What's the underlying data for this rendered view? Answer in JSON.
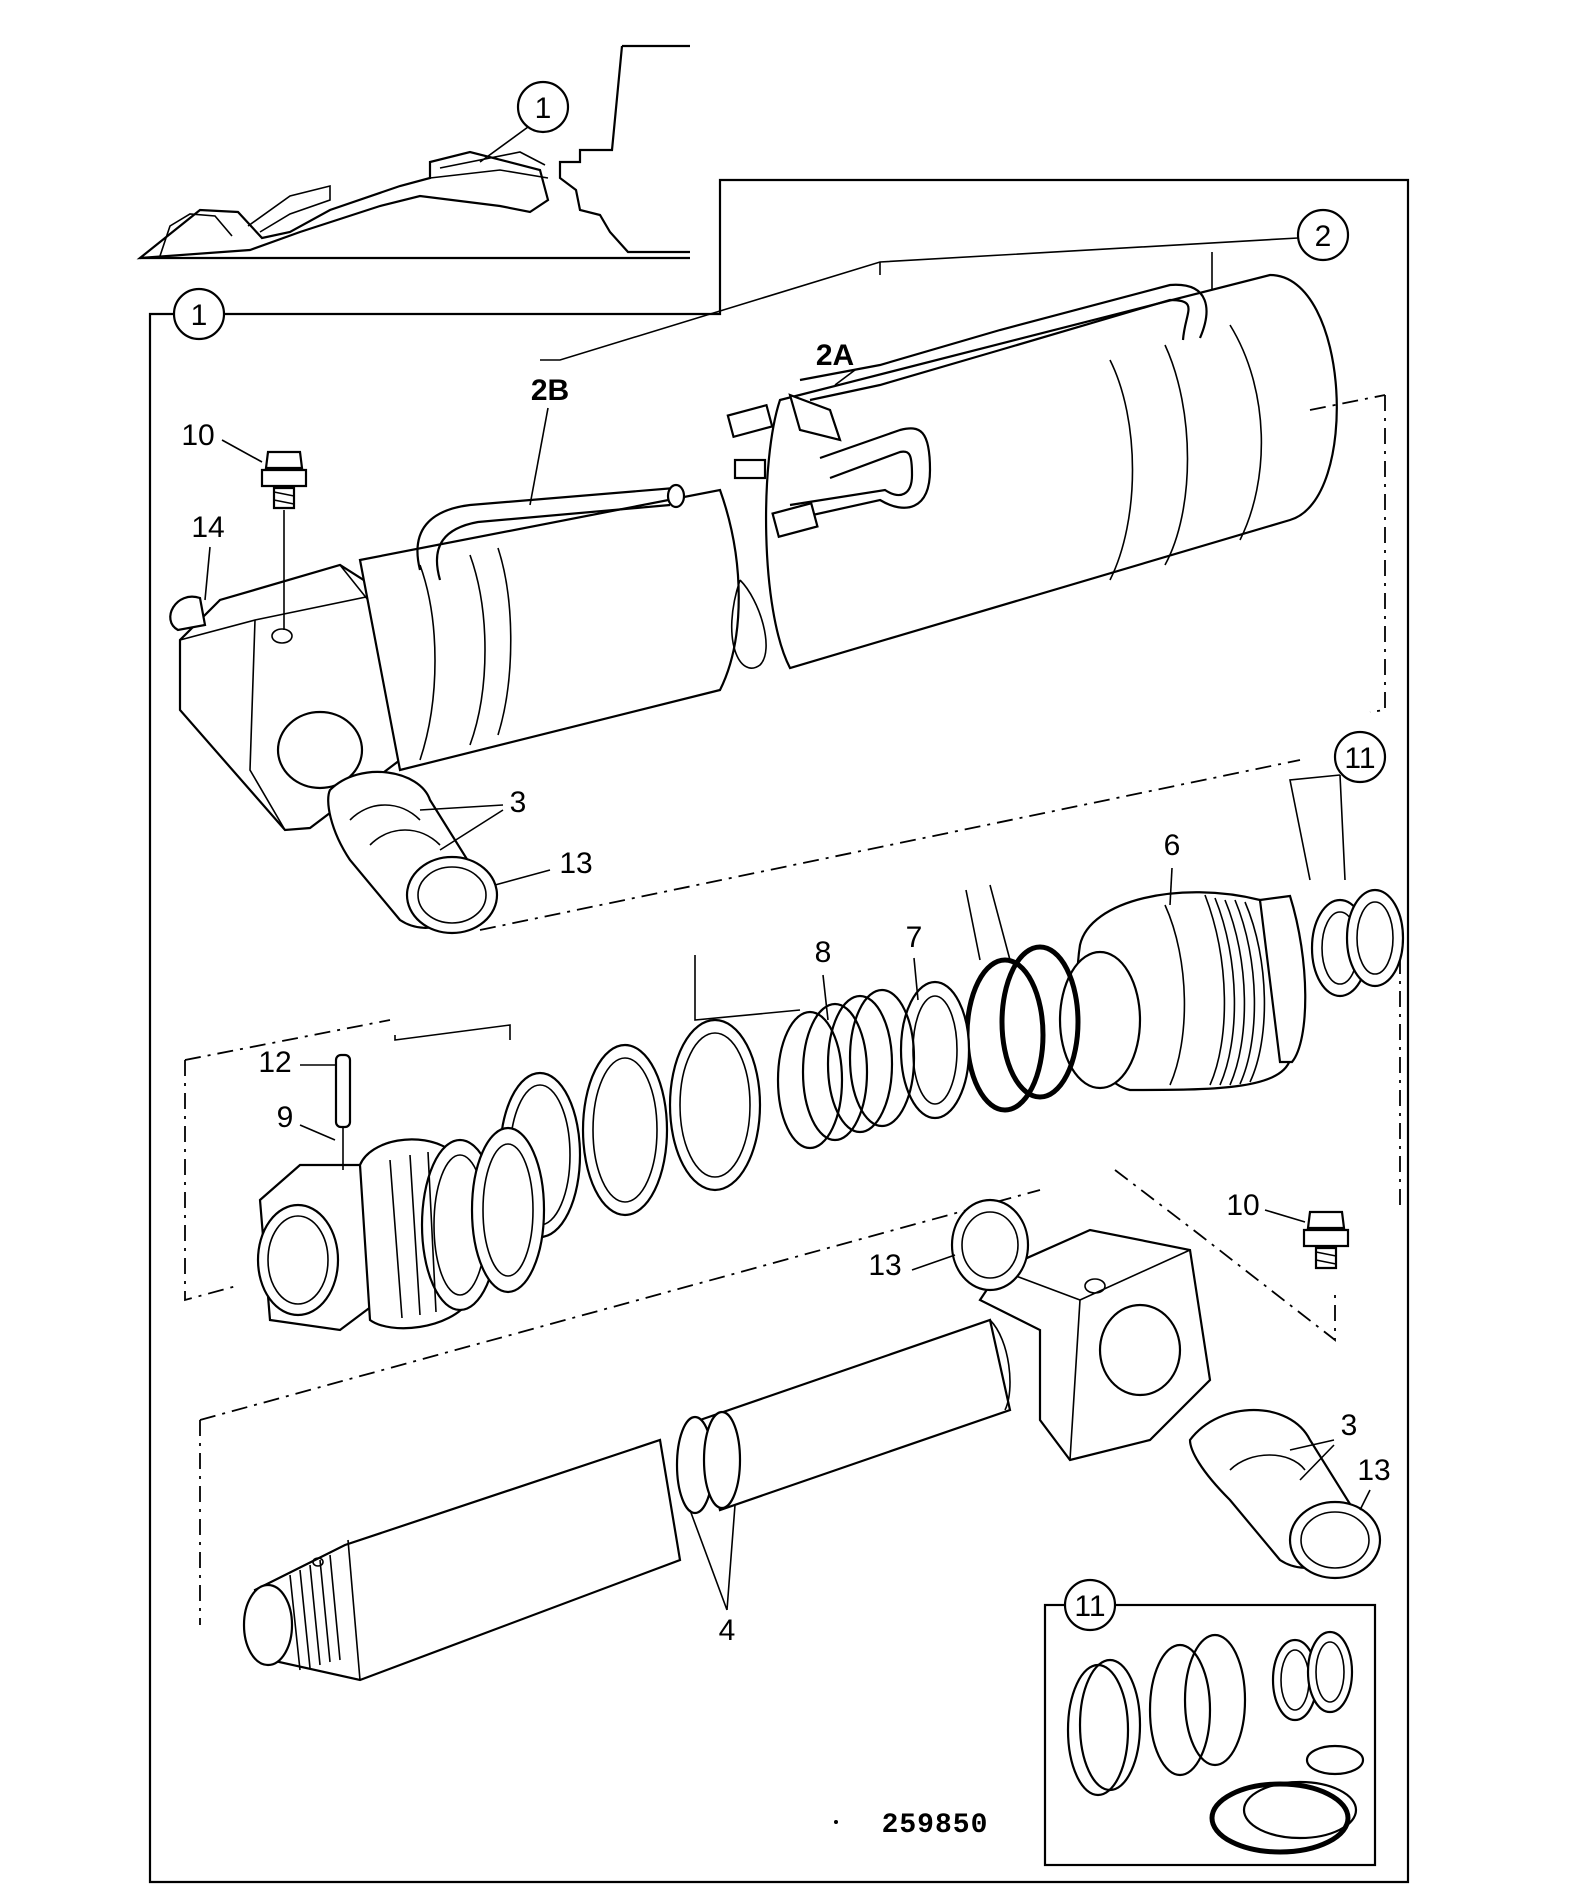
{
  "callouts": {
    "assembly_top": "1",
    "assembly_frame": "1",
    "hose_set": "2",
    "seal_kit_main": "11",
    "seal_kit_inset": "11"
  },
  "labels": {
    "hose_a": "2A",
    "hose_b": "2B",
    "grease_nipple_top": "10",
    "grease_nipple_bottom": "10",
    "pin_head_end": "14",
    "bush_top": "3",
    "bush_bottom": "3",
    "seal_top": "13",
    "seal_mid": "13",
    "seal_bottom": "13",
    "piston_rod": "4",
    "piston_head": "6",
    "ring_7": "7",
    "ring_8": "8",
    "ring_9": "9",
    "roll_pin": "12"
  },
  "reference_number": "259850",
  "colors": {
    "ink": "#000000",
    "paper": "#ffffff"
  }
}
